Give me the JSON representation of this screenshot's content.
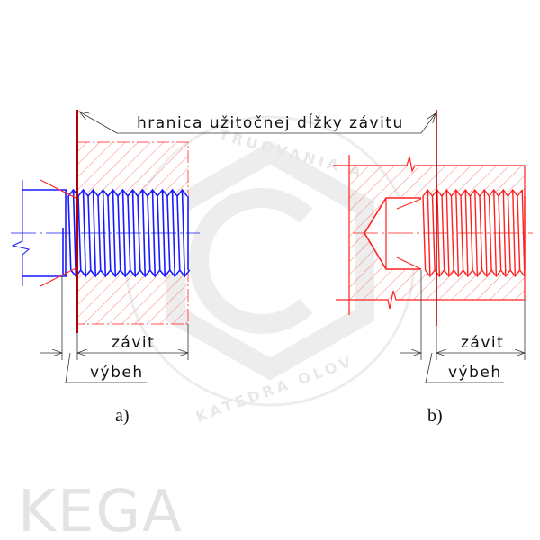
{
  "labels": {
    "boundary": "hranica užitočnej dĺžky závitu",
    "thread_a": "závit",
    "runout_a": "výbeh",
    "thread_b": "závit",
    "runout_b": "výbeh",
    "caption_a": "a)",
    "caption_b": "b)"
  },
  "watermark": {
    "logo_text": "KEGA",
    "ring_top": "TRUOVANIA A",
    "ring_bottom": "KATEDRA  OLOV"
  },
  "colors": {
    "bolt": "#1a1aff",
    "nut": "#ff2020",
    "boundary": "#b00000",
    "dim": "#333333",
    "watermark": "#e3e3e3"
  }
}
